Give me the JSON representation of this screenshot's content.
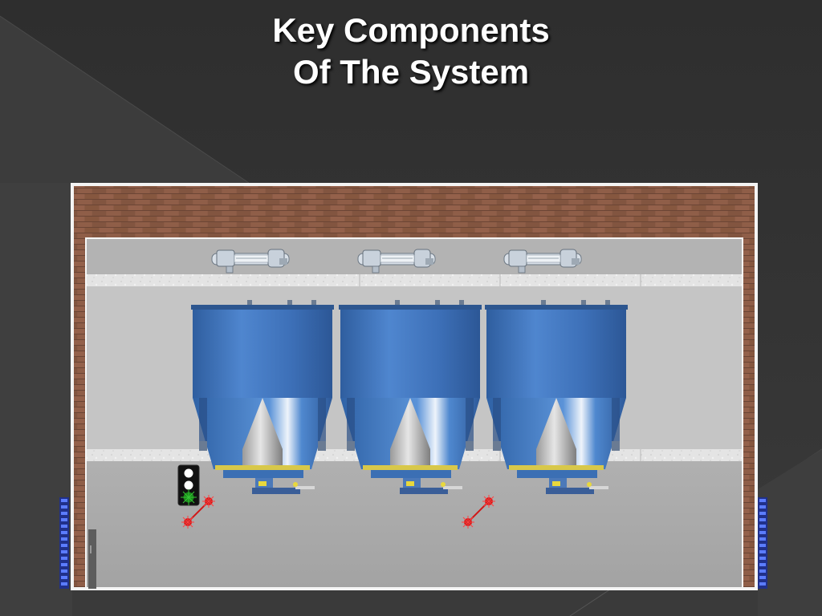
{
  "slide": {
    "title_line1": "Key Components",
    "title_line2": "Of The System"
  },
  "colors": {
    "background": "#303030",
    "brick": "#8a5a45",
    "hopper_blue": "#3a6db5",
    "floor": "#a9a9a9",
    "signal_green": "#1a8a1a",
    "sensor_red": "#e02020",
    "indicator_blue": "#3b5ed6"
  },
  "components": {
    "screw_conveyors": 3,
    "hoppers": 3,
    "traffic_light": 1,
    "laser_sensors": 2,
    "light_bars": 2
  }
}
